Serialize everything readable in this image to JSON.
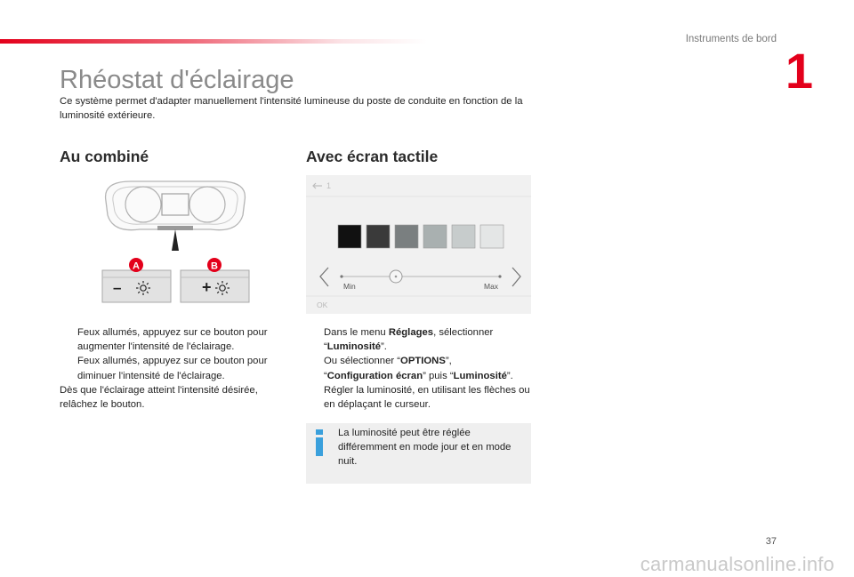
{
  "header": {
    "chapter_title": "Instruments de bord",
    "chapter_number": "1",
    "accent_color": "#e3001b"
  },
  "page": {
    "title": "Rhéostat d'éclairage",
    "intro": "Ce système permet d'adapter manuellement l'intensité lumineuse du poste de conduite en fonction de la luminosité extérieure.",
    "page_number": "37"
  },
  "left_section": {
    "heading": "Au combiné",
    "illustration": {
      "label_a": "A",
      "label_b": "B",
      "button_a_symbol": "–",
      "button_b_symbol": "+"
    },
    "bullets": [
      "Feux allumés, appuyez sur ce bouton pour augmenter l'intensité de l'éclairage.",
      "Feux allumés, appuyez sur ce bouton pour diminuer l'intensité de l'éclairage."
    ],
    "closing": "Dès que l'éclairage atteint l'intensité désirée, relâchez le bouton."
  },
  "right_section": {
    "heading": "Avec écran tactile",
    "screen": {
      "back_label": "1",
      "min_label": "Min",
      "max_label": "Max",
      "ok_label": "OK",
      "swatch_colors": [
        "#111111",
        "#3a3a3a",
        "#7a7f80",
        "#a9b0b0",
        "#c7cccc",
        "#e4e6e6"
      ]
    },
    "bullet1": {
      "t1": "Dans le menu ",
      "b1": "Réglages",
      "t2": ", sélectionner",
      "t3": "“",
      "b2": "Luminosité",
      "t4": "”.",
      "t5": "Ou sélectionner “",
      "b3": "OPTIONS",
      "t6": "”,",
      "t7": "“",
      "b4": "Configuration écran",
      "t8": "” puis “",
      "b5": "Luminosité",
      "t9": "”."
    },
    "bullet2": "Régler la luminosité, en utilisant les flèches ou en déplaçant le curseur.",
    "info": "La luminosité peut être réglée différemment en mode jour et en mode nuit."
  },
  "bullet_symbol": "",
  "watermark": "carmanualsonline.info"
}
